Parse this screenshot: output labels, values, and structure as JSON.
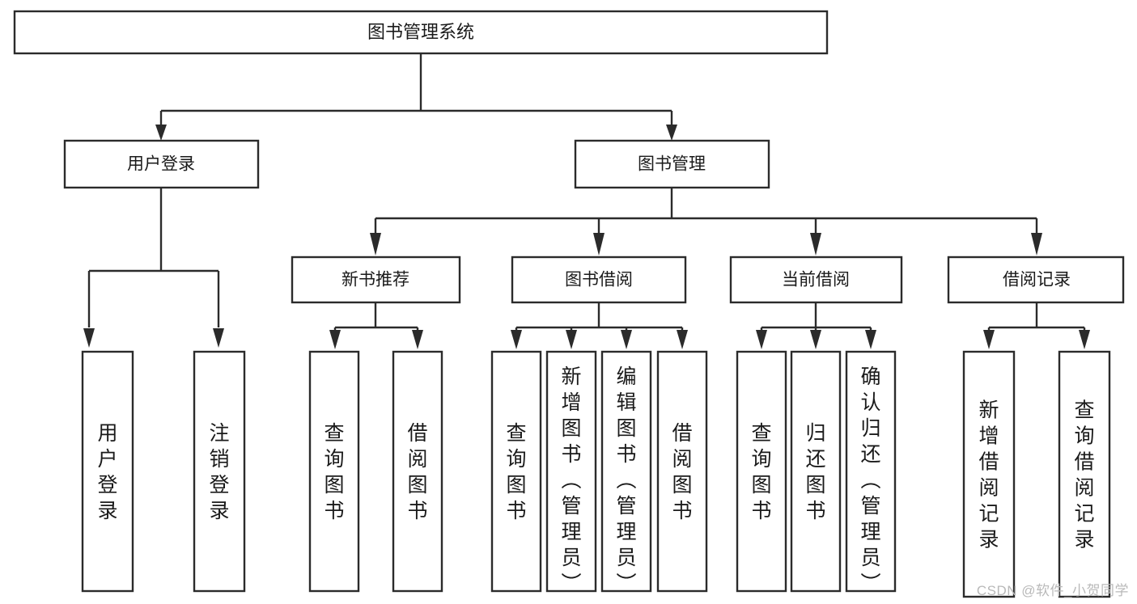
{
  "diagram": {
    "type": "tree-hierarchy",
    "title": "图书管理系统",
    "orientation": "top-down",
    "colors": {
      "stroke": "#2b2b2b",
      "fill": "#ffffff",
      "text": "#1a1a1a",
      "watermark": "#b9b9b9"
    },
    "root": {
      "label": "图书管理系统"
    },
    "level2": [
      {
        "label": "用户登录"
      },
      {
        "label": "图书管理"
      }
    ],
    "level3": [
      {
        "label": "新书推荐"
      },
      {
        "label": "图书借阅"
      },
      {
        "label": "当前借阅"
      },
      {
        "label": "借阅记录"
      }
    ],
    "leaves": {
      "user_login": [
        {
          "label": "用户登录"
        },
        {
          "label": "注销登录"
        }
      ],
      "new_book": [
        {
          "label": "查询图书"
        },
        {
          "label": "借阅图书"
        }
      ],
      "book_borrow": [
        {
          "label": "查询图书"
        },
        {
          "label": "新增图书（管理员）"
        },
        {
          "label": "编辑图书（管理员）"
        },
        {
          "label": "借阅图书"
        }
      ],
      "current_borrow": [
        {
          "label": "查询图书"
        },
        {
          "label": "归还图书"
        },
        {
          "label": "确认归还（管理员）"
        }
      ],
      "borrow_record": [
        {
          "label": "新增借阅记录"
        },
        {
          "label": "查询借阅记录"
        }
      ]
    }
  },
  "watermark": {
    "text": "CSDN @软件_小贺同学"
  }
}
